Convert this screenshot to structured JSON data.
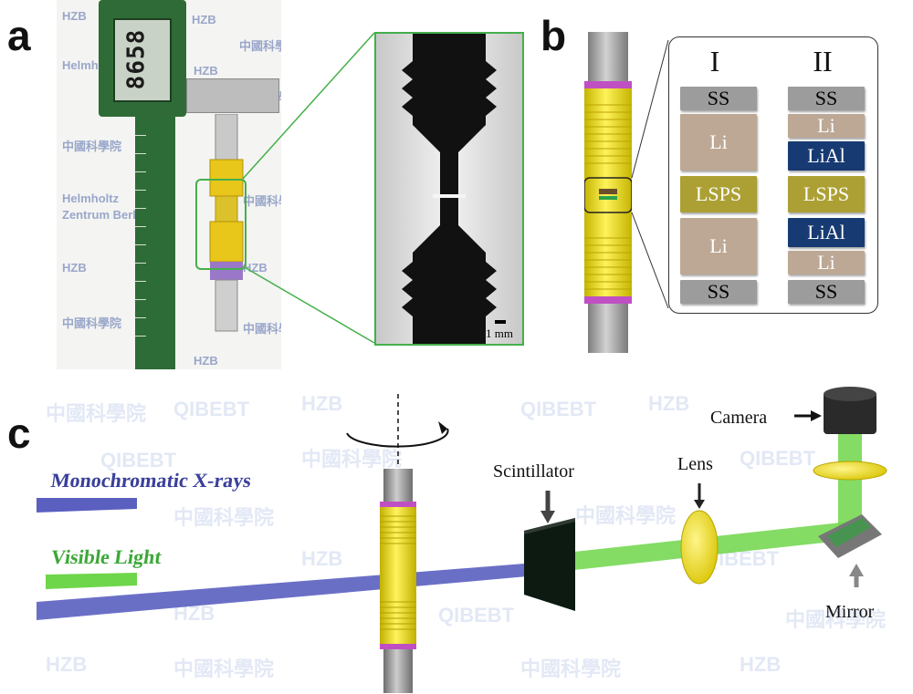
{
  "panels": {
    "a": {
      "letter": "a",
      "display_reading": "8658",
      "scale_label": "1 mm"
    },
    "b": {
      "letter": "b",
      "columns": [
        {
          "head": "I",
          "layers": [
            "SS",
            "Li",
            "LSPS",
            "Li",
            "SS"
          ]
        },
        {
          "head": "II",
          "layers": [
            "SS",
            "Li",
            "LiAl",
            "LSPS",
            "LiAl",
            "Li",
            "SS"
          ]
        }
      ]
    },
    "c": {
      "letter": "c",
      "labels": {
        "xrays": "Monochromatic X-rays",
        "visible": "Visible Light",
        "scintillator": "Scintillator",
        "lens": "Lens",
        "camera": "Camera",
        "mirror": "Mirror"
      }
    }
  },
  "watermarks": {
    "hzb": "HZB",
    "hzb_full_1": "Helmholtz",
    "hzb_full_2": "Zentrum Berlin",
    "cas": "中國科學院",
    "qibebt": "QIBEBT"
  },
  "colors": {
    "li": "#bca895",
    "lspc": "#aca035",
    "lial": "#173a72",
    "ss": "#9c9c9c",
    "frame_green": "#44b04a",
    "xray_beam": "#5a5fc0",
    "visible_beam": "#6ed64a",
    "cell_yellow": "#e6d61f",
    "cell_ring": "#c45cc6"
  }
}
